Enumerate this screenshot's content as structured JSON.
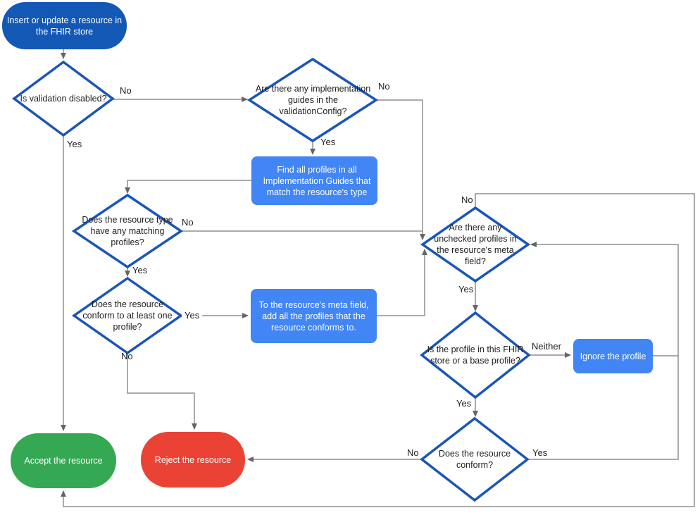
{
  "colors": {
    "start_fill": "#1458b6",
    "diamond_stroke": "#1a55b9",
    "diamond_fill": "#ffffff",
    "process_fill": "#4285f4",
    "accept_fill": "#34a853",
    "reject_fill": "#ea4335",
    "connector": "#8f8f8f",
    "arrowhead": "#666666"
  },
  "nodes": {
    "start": {
      "label": "Insert or update a resource in the FHIR store"
    },
    "validation_disabled": {
      "label": "Is validation disabled?"
    },
    "impl_guides": {
      "label": "Are there any implementation guides in the validationConfig?"
    },
    "find_profiles": {
      "label": "Find all profiles in all Implementation Guides that match the resource's type"
    },
    "matching_profiles": {
      "label": "Does the resource type have any matching profiles?"
    },
    "conform_one": {
      "label": "Does the resource conform to at least one profile?"
    },
    "add_profiles": {
      "label": "To the resource's meta field, add all the profiles that the resource conforms to."
    },
    "unchecked_profiles": {
      "label": "Are there any unchecked profiles in the resource's meta field?"
    },
    "profile_in_store": {
      "label": "Is the profile in this FHIR store or a base profile?"
    },
    "ignore_profile": {
      "label": "Ignore the profile"
    },
    "resource_conform": {
      "label": "Does the resource conform?"
    },
    "accept": {
      "label": "Accept the resource"
    },
    "reject": {
      "label": "Reject the resource"
    }
  },
  "edge_labels": {
    "validation_disabled_no": "No",
    "validation_disabled_yes": "Yes",
    "impl_guides_no": "No",
    "impl_guides_yes": "Yes",
    "matching_profiles_no": "No",
    "matching_profiles_yes": "Yes",
    "conform_one_yes": "Yes",
    "conform_one_no": "No",
    "unchecked_no": "No",
    "unchecked_yes": "Yes",
    "profile_in_store_neither": "Neither",
    "profile_in_store_yes": "Yes",
    "resource_conform_no": "No",
    "resource_conform_yes": "Yes"
  }
}
